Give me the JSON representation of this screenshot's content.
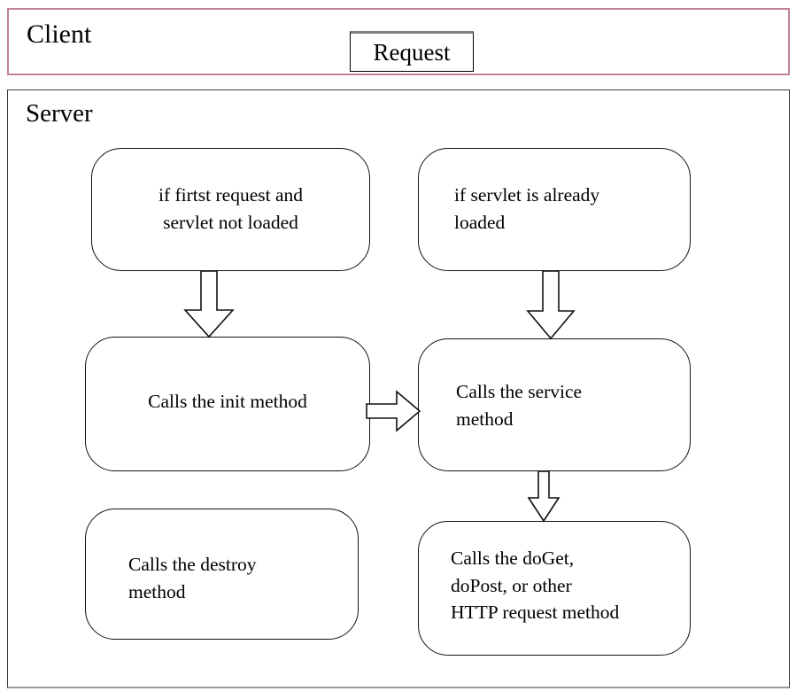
{
  "client": {
    "title": "Client",
    "request_box": {
      "label": "Request"
    }
  },
  "server": {
    "title": "Server",
    "nodes": [
      {
        "id": "first-request",
        "text": "if firtst request and\nservlet not loaded"
      },
      {
        "id": "already-loaded",
        "text": "if servlet is already\nloaded"
      },
      {
        "id": "init",
        "text": "Calls the init method"
      },
      {
        "id": "service",
        "text": "Calls the service\nmethod"
      },
      {
        "id": "destroy",
        "text": "Calls the destroy\nmethod"
      },
      {
        "id": "doget",
        "text": "Calls the doGet,\ndoPost, or other\nHTTP request method"
      }
    ],
    "arrows": [
      {
        "id": "first-to-init",
        "direction": "down",
        "from": "first-request",
        "to": "init"
      },
      {
        "id": "already-to-svc",
        "direction": "down",
        "from": "already-loaded",
        "to": "service"
      },
      {
        "id": "init-to-service",
        "direction": "right",
        "from": "init",
        "to": "service"
      },
      {
        "id": "service-to-doget",
        "direction": "down",
        "from": "service",
        "to": "doget"
      }
    ]
  },
  "colors": {
    "client_border": "#c0819b",
    "server_border": "#3a3a3a",
    "node_border": "#111111",
    "request_box_border": "#000000",
    "request_box_top_edge": "#808080",
    "background": "#ffffff",
    "text": "#000000"
  }
}
